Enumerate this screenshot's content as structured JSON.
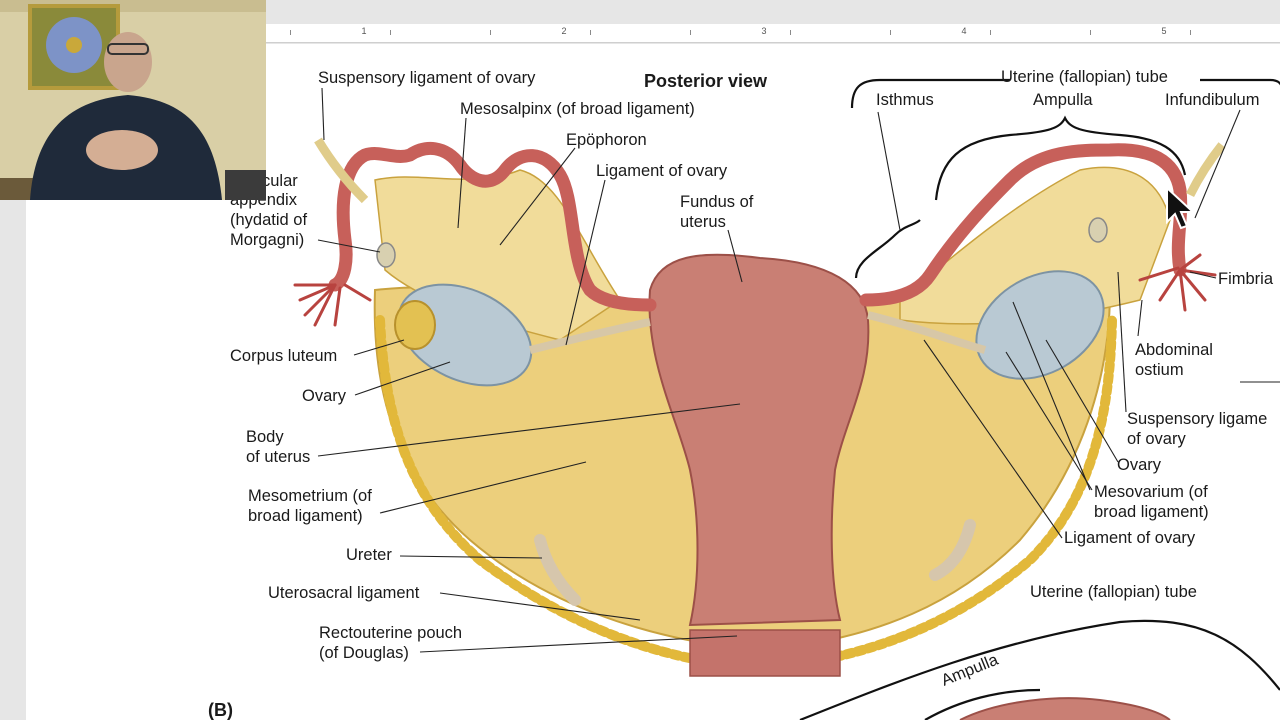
{
  "ruler": {
    "numbers": [
      "1",
      "2",
      "3",
      "4",
      "5"
    ]
  },
  "figure": {
    "view_title": "Posterior view",
    "panel_label": "(B)",
    "labels": {
      "suspensory_ligament_top": "Suspensory ligament of ovary",
      "mesosalpinx": "Mesosalpinx (of broad ligament)",
      "epoophoron": "Epöphoron",
      "ligament_of_ovary_top": "Ligament of ovary",
      "fundus_line1": "Fundus of",
      "fundus_line2": "uterus",
      "vesicular_line1": "cular",
      "vesicular_line2": "appendix",
      "vesicular_line3": "(hydatid of",
      "vesicular_line4": "Morgagni)",
      "corpus_luteum": "Corpus luteum",
      "ovary_left": "Ovary",
      "body_line1": "Body",
      "body_line2": "of uterus",
      "mesometrium_line1": "Mesometrium (of",
      "mesometrium_line2": "broad ligament)",
      "ureter": "Ureter",
      "uterosacral": "Uterosacral ligament",
      "rectouterine_line1": "Rectouterine pouch",
      "rectouterine_line2": "(of Douglas)",
      "uterine_tube_top": "Uterine (fallopian) tube",
      "isthmus": "Isthmus",
      "ampulla": "Ampulla",
      "infundibulum": "Infundibulum",
      "fimbriae": "Fimbria",
      "abdominal_line1": "Abdominal",
      "abdominal_line2": "ostium",
      "suspensory_right_line1": "Suspensory ligame",
      "suspensory_right_line2": "of ovary",
      "ovary_right": "Ovary",
      "mesovarium_line1": "Mesovarium (of",
      "mesovarium_line2": "broad ligament)",
      "ligament_of_ovary_right": "Ligament of ovary",
      "uterine_tube_bottom": "Uterine (fallopian) tube",
      "ampulla_bottom": "Ampulla"
    }
  },
  "colors": {
    "uterus": "#c97f74",
    "tube": "#c7605a",
    "broad_ligament": "#eccf7c",
    "ovary": "#b9c9d3",
    "fat": "#e2b83a"
  }
}
